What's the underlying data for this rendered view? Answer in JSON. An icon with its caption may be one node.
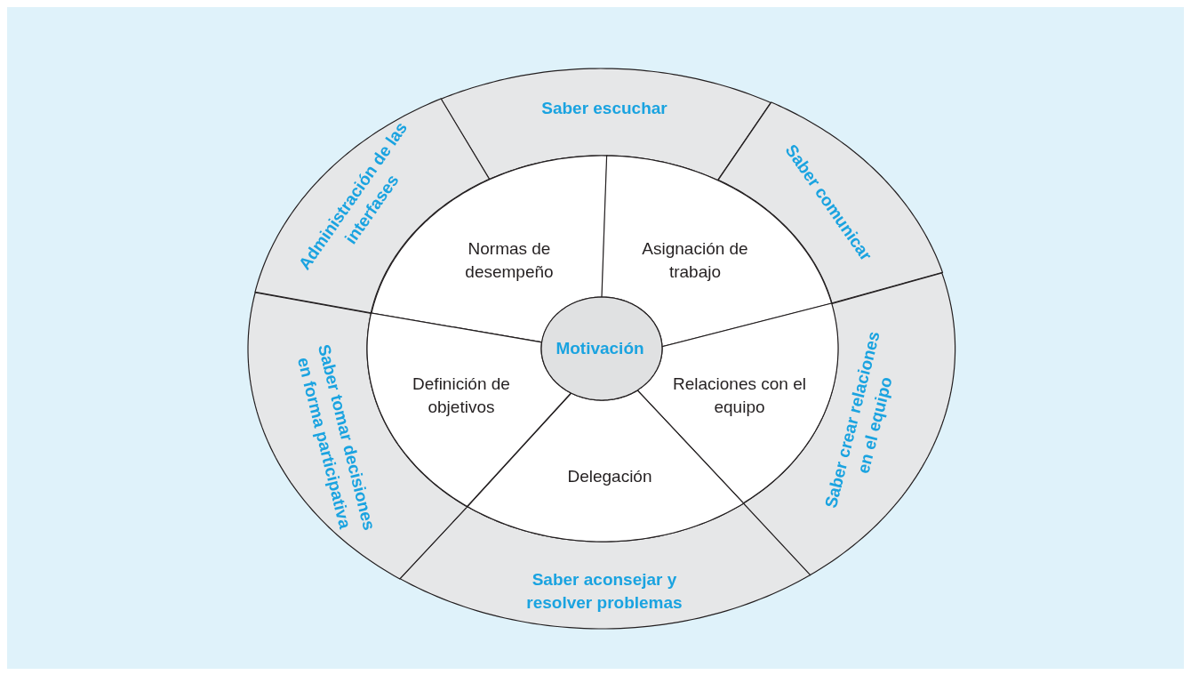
{
  "diagram": {
    "nodes": [
      {
        "text": [
          "Saber escuchar"
        ]
      },
      {
        "text": [
          "Saber comunicar"
        ]
      },
      {
        "text": [
          "Saber crear relaciones en el equipo"
        ]
      },
      {
        "text": [
          "Saber aconsejar y resolver problemas"
        ]
      },
      {
        "text": [
          "Saber tomar decisiones en forma participativa"
        ]
      },
      {
        "text": [
          "Administración de las interfases"
        ]
      },
      {
        "text": [
          "Normas de desempeño"
        ]
      },
      {
        "text": [
          "Asignación de trabajo"
        ]
      },
      {
        "text": [
          "Relaciones con el equipo"
        ]
      },
      {
        "text": [
          "Delegación"
        ]
      },
      {
        "text": [
          "Definición de objetivos"
        ]
      },
      {
        "text": [
          "Motivación"
        ]
      }
    ]
  }
}
